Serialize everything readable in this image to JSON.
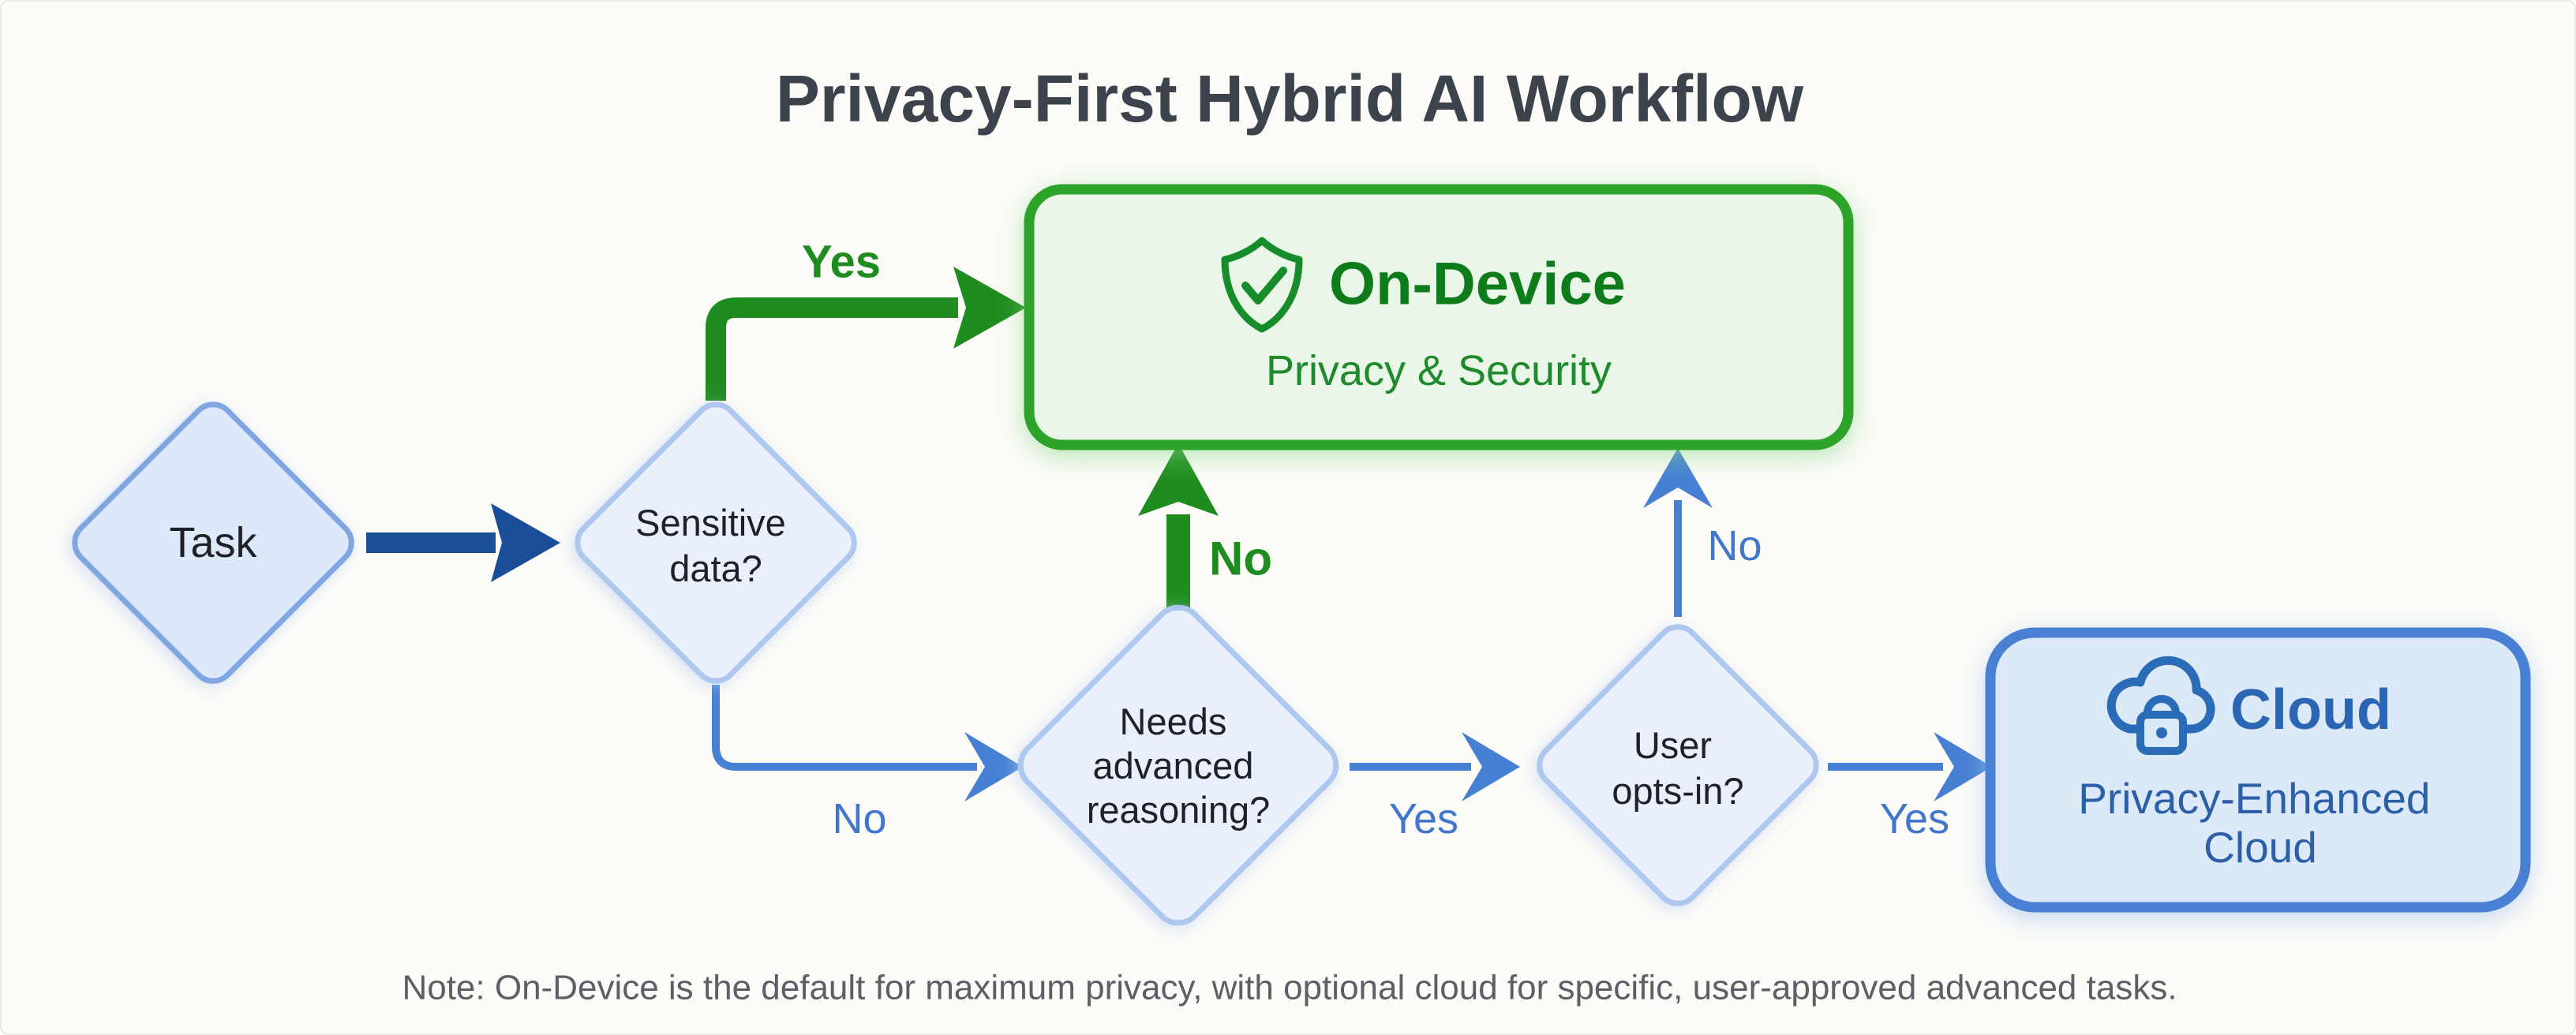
{
  "title": "Privacy-First Hybrid AI Workflow",
  "nodes": {
    "task": {
      "label": "Task"
    },
    "sensitive_data": {
      "line1": "Sensitive",
      "line2": "data?"
    },
    "needs_reasoning": {
      "line1": "Needs",
      "line2": "advanced",
      "line3": "reasoning?"
    },
    "user_opts_in": {
      "line1": "User",
      "line2": "opts-in?"
    },
    "on_device": {
      "title": "On-Device",
      "subtitle": "Privacy & Security",
      "icon": "shield-check-icon"
    },
    "cloud": {
      "title": "Cloud",
      "subtitle_line1": "Privacy-Enhanced",
      "subtitle_line2": "Cloud",
      "icon": "cloud-lock-icon"
    }
  },
  "edges": {
    "sensitive_yes": "Yes",
    "sensitive_no": "No",
    "reasoning_no": "No",
    "reasoning_yes": "Yes",
    "opts_in_no": "No",
    "opts_in_yes": "Yes"
  },
  "note": "Note: On-Device is the default for maximum privacy, with optional cloud for specific, user-approved advanced tasks.",
  "colors": {
    "green_accent": "#1f8c1f",
    "green_border": "#2da32c",
    "green_fill": "#e9f6e8",
    "blue_accent": "#4076cc",
    "blue_border": "#4a80d4",
    "blue_fill": "#dce9f8",
    "dark_blue_arrow": "#1a4e98",
    "diamond_fill": "#e9f0fc",
    "diamond_border": "#aec7ee",
    "title_gray": "#3d434c",
    "note_gray": "#5b6066"
  }
}
